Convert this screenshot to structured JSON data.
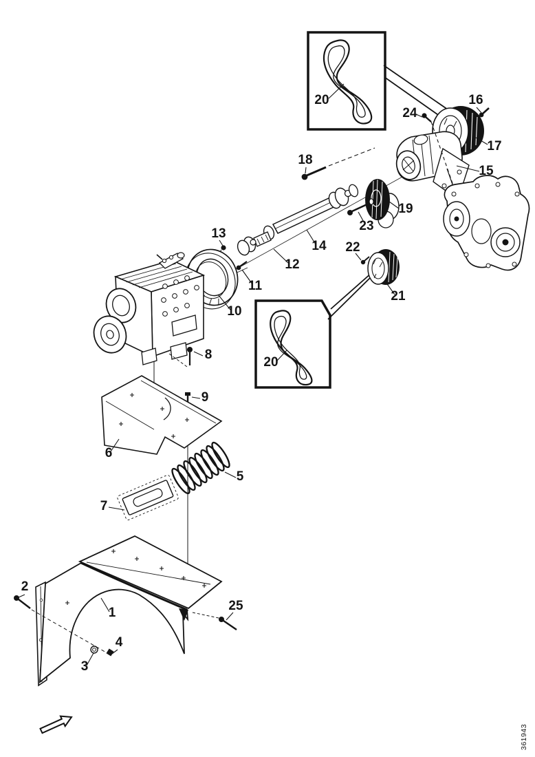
{
  "figure": {
    "number": "361943",
    "callouts": {
      "c1": "1",
      "c2": "2",
      "c3": "3",
      "c4": "4",
      "c5": "5",
      "c6": "6",
      "c7": "7",
      "c8": "8",
      "c9": "9",
      "c10": "10",
      "c11": "11",
      "c12": "12",
      "c13": "13",
      "c14": "14",
      "c15": "15",
      "c16": "16",
      "c17": "17",
      "c18": "18",
      "c19": "19",
      "c20_top": "20",
      "c20_bottom": "20",
      "c21": "21",
      "c22": "22",
      "c23": "23",
      "c24": "24",
      "c25": "25"
    }
  },
  "colors": {
    "ink": "#141414",
    "background": "#ffffff"
  }
}
